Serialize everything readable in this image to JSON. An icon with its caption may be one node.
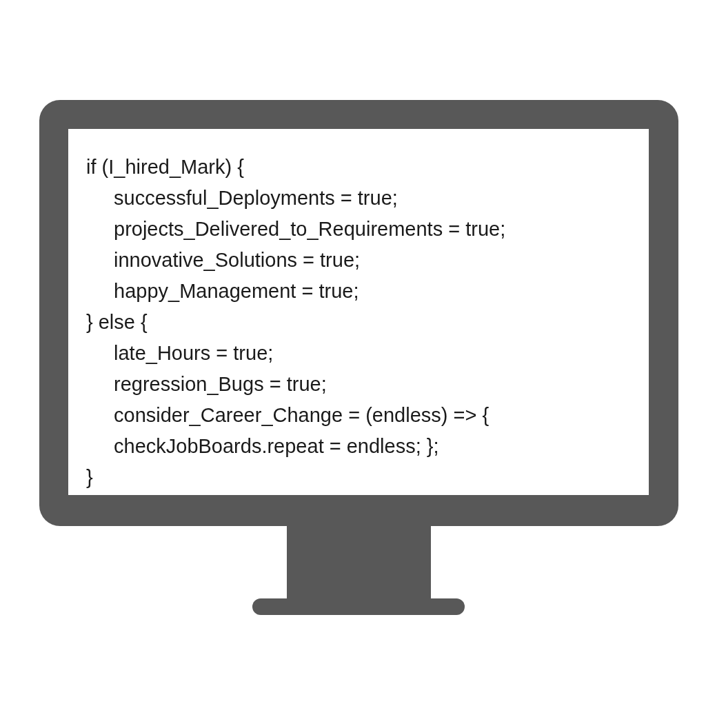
{
  "diagram": {
    "nodes": [
      {
        "text": [
          "if (I_hired_Mark) {",
          "successful_Deployments = true;",
          "projects_Delivered_to_Requirements = true;",
          "innovative_Solutions = true;",
          "happy_Management = true;",
          "} else {",
          "late_Hours = true;",
          "regression_Bugs = true;",
          "consider_Career_Change = (endless) => {",
          "checkJobBoards.repeat = endless; };",
          "}"
        ]
      }
    ]
  }
}
